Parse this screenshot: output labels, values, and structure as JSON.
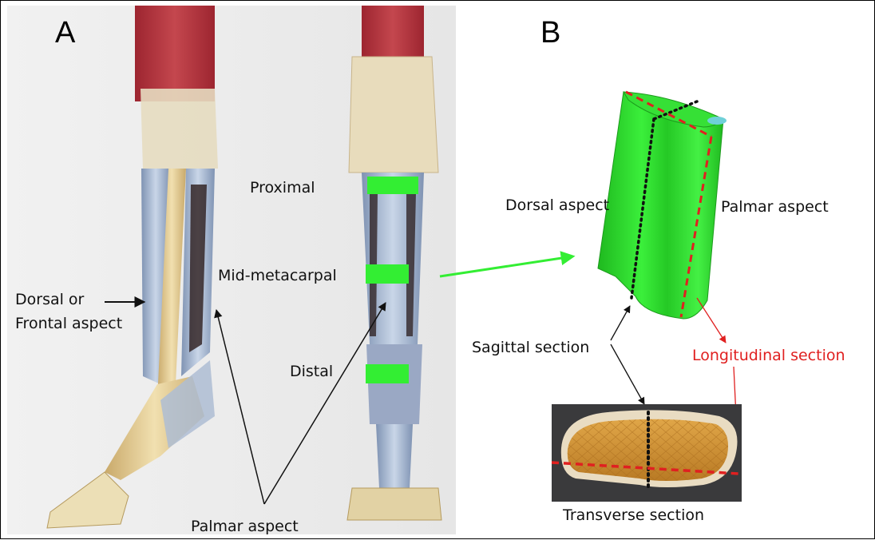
{
  "panels": {
    "a": "A",
    "b": "B"
  },
  "labels": {
    "proximal": "Proximal",
    "mid_metacarpal": "Mid-metacarpal",
    "distal": "Distal",
    "dorsal_or": "Dorsal or",
    "frontal_aspect": "Frontal aspect",
    "palmar_aspect_a": "Palmar aspect",
    "dorsal_aspect_b": "Dorsal aspect",
    "palmar_aspect_b": "Palmar aspect",
    "sagittal_section": "Sagittal section",
    "longitudinal_section": "Longitudinal section",
    "transverse_section": "Transverse section"
  },
  "colors": {
    "section_marker": "#33ee33",
    "tendon_model": "#2ee02e",
    "longitudinal": "#e02020",
    "sagittal": "#111111",
    "muscle": "#b3323a",
    "bone": "#e8d29a",
    "tendon": "#a9bcd6",
    "cross_section": "#c98a2e"
  },
  "icons": {
    "arrow_to_model": "green-arrow-icon"
  }
}
